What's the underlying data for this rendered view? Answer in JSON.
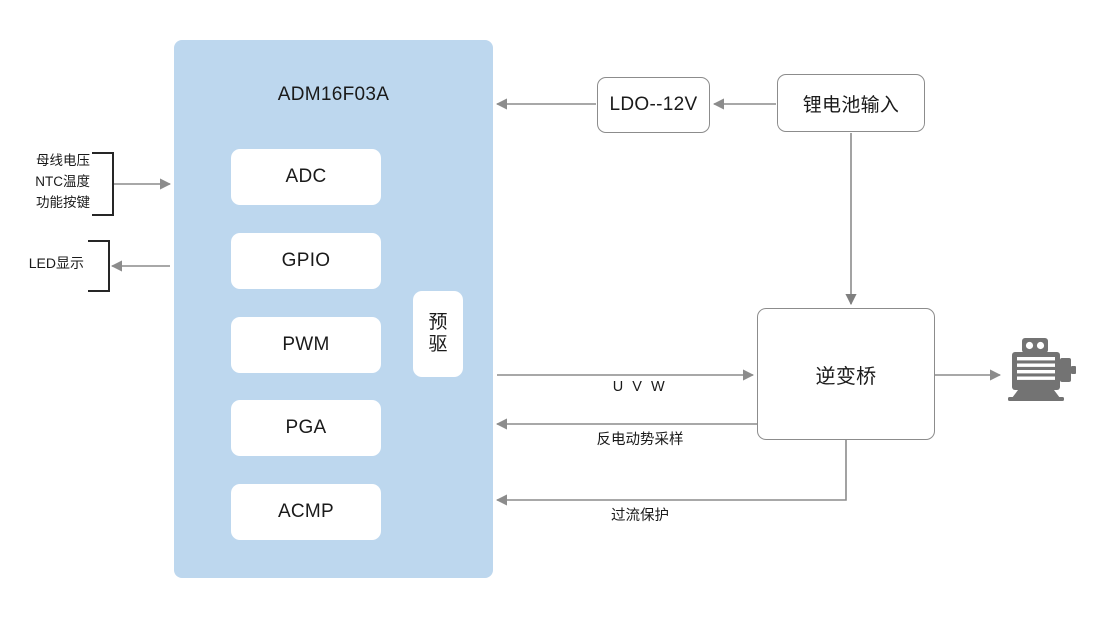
{
  "diagram": {
    "title": "Motor control block diagram",
    "colors": {
      "mcu_panel": "#bdd7ee",
      "module_box": "#ffffff",
      "box_border": "#8c8c8c",
      "wire": "#8c8c8c",
      "bracket": "#262626",
      "motor_icon": "#737373",
      "text": "#1a1a1a"
    }
  },
  "mcu": {
    "name": "ADM16F03A",
    "modules": [
      {
        "label": "ADC"
      },
      {
        "label": "GPIO"
      },
      {
        "label": "PWM"
      },
      {
        "label": "PGA"
      },
      {
        "label": "ACMP"
      }
    ],
    "predriver": {
      "label": "预驱",
      "line1": "预",
      "line2": "驱"
    }
  },
  "inputs": {
    "sense_group": {
      "lines": [
        "母线电压",
        "NTC温度",
        "功能按键"
      ],
      "direction": "into-mcu"
    },
    "display_group": {
      "lines": [
        "LED显示"
      ],
      "direction": "out-of-mcu"
    }
  },
  "power": {
    "ldo": {
      "label": "LDO--12V"
    },
    "battery": {
      "label": "锂电池输入"
    }
  },
  "driver": {
    "bridge": {
      "label": "逆变桥"
    },
    "motor": {
      "icon": "motor-icon"
    }
  },
  "signals": [
    {
      "id": "uvw",
      "label": "U V W",
      "direction": "mcu-to-bridge"
    },
    {
      "id": "bemf",
      "label": "反电动势采样",
      "direction": "bridge-to-mcu"
    },
    {
      "id": "ocp",
      "label": "过流保护",
      "direction": "bridge-to-mcu"
    }
  ]
}
